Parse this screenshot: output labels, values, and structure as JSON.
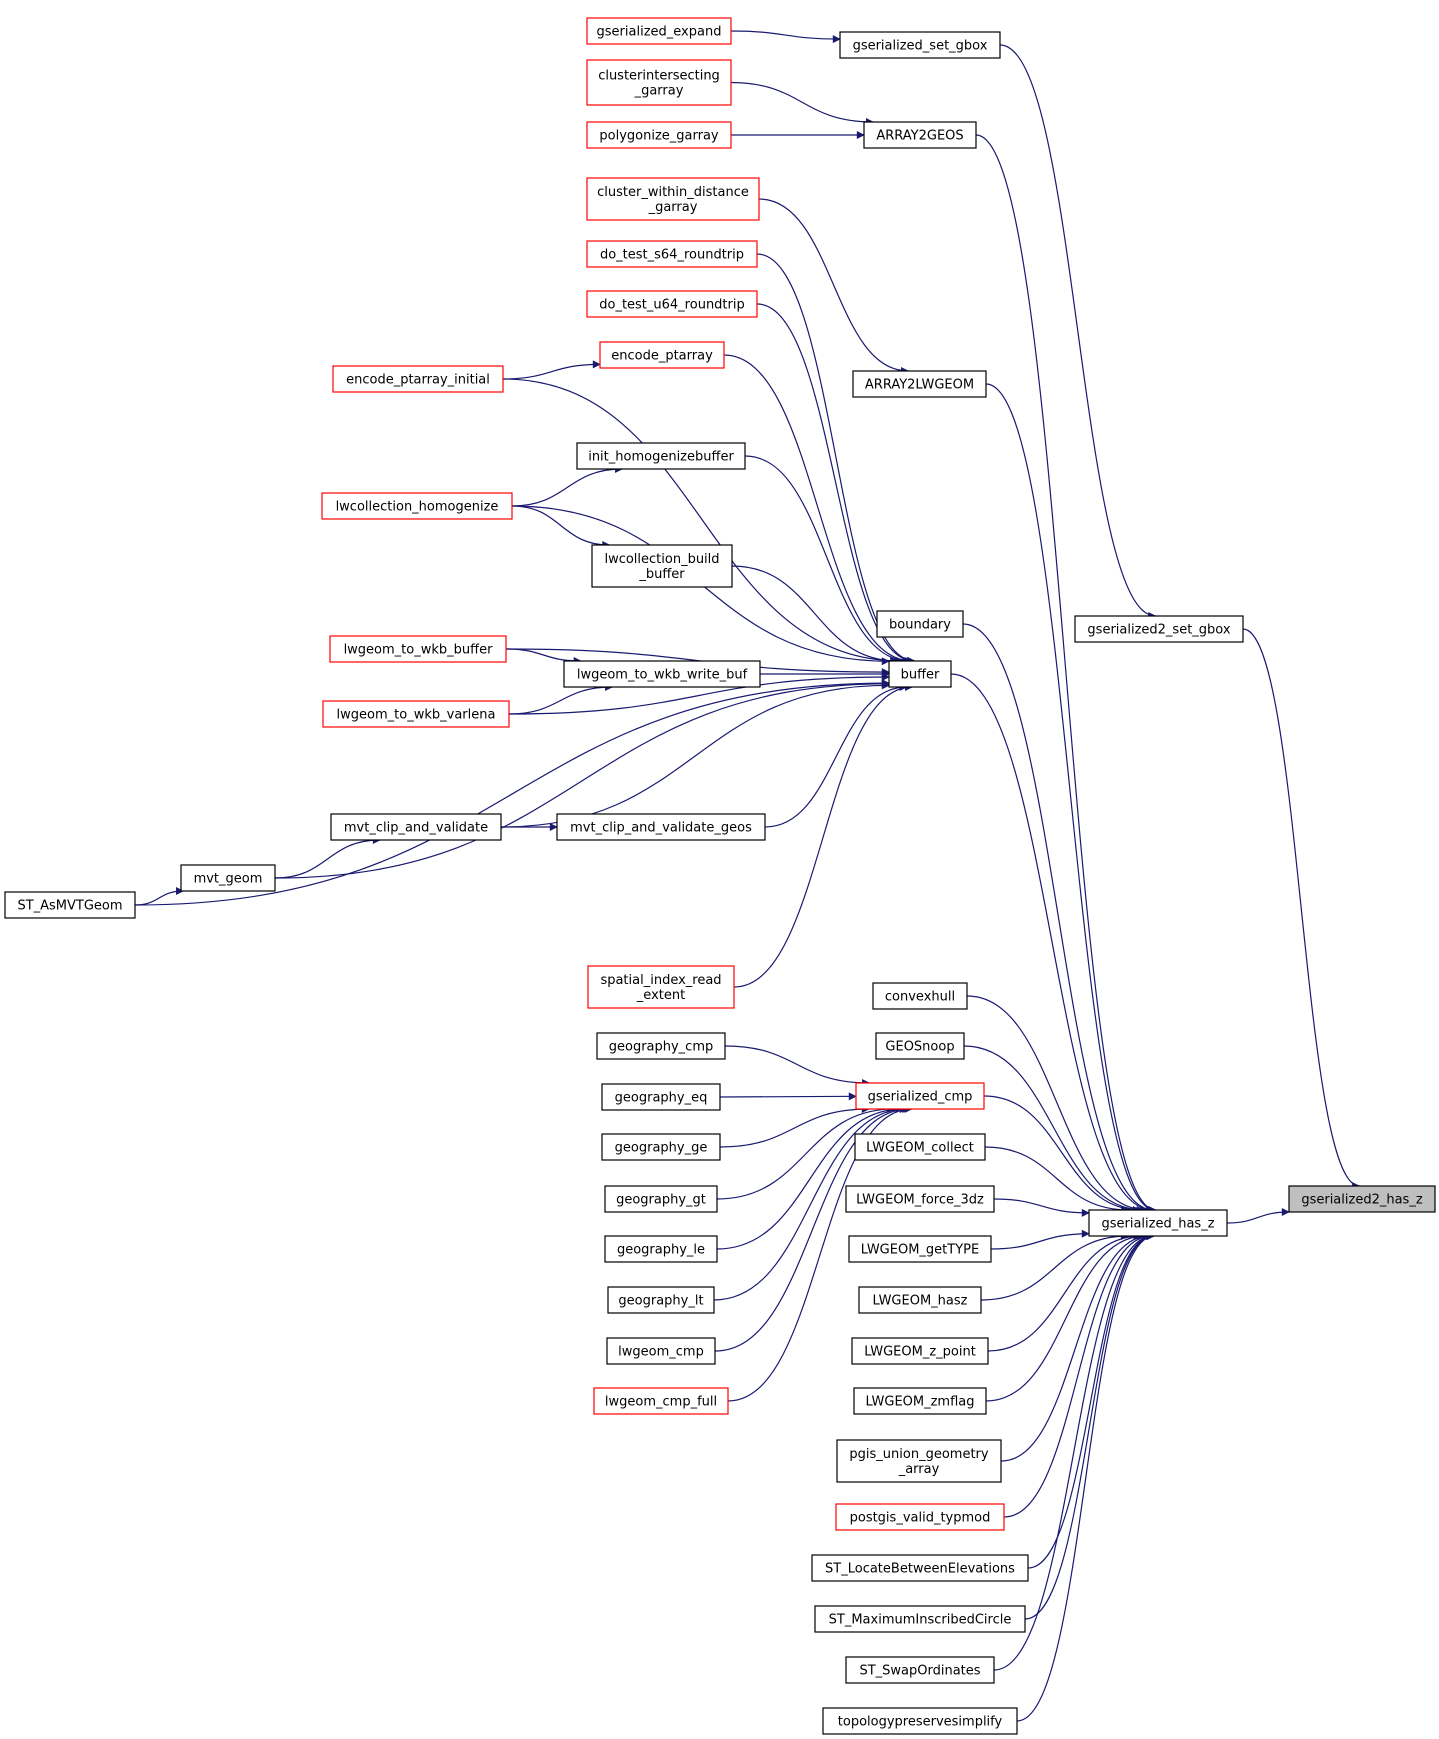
{
  "colors": {
    "edge": "#191970",
    "black_border": "#000000",
    "red_border": "#ff0000",
    "highlight_fill": "#bfbfbf",
    "node_fill": "#ffffff"
  },
  "nodes": [
    {
      "id": "n_gserialized_expand",
      "lines": [
        "gserialized_expand"
      ],
      "border": "red"
    },
    {
      "id": "n_gserialized_set_gbox",
      "lines": [
        "gserialized_set_gbox"
      ],
      "border": "black"
    },
    {
      "id": "n_clusterintersecting",
      "lines": [
        "clusterintersecting",
        "_garray"
      ],
      "border": "red"
    },
    {
      "id": "n_polygonize_garray",
      "lines": [
        "polygonize_garray"
      ],
      "border": "red"
    },
    {
      "id": "n_array2geos",
      "lines": [
        "ARRAY2GEOS"
      ],
      "border": "black"
    },
    {
      "id": "n_cluster_within",
      "lines": [
        "cluster_within_distance",
        "_garray"
      ],
      "border": "red"
    },
    {
      "id": "n_do_test_s64",
      "lines": [
        "do_test_s64_roundtrip"
      ],
      "border": "red"
    },
    {
      "id": "n_do_test_u64",
      "lines": [
        "do_test_u64_roundtrip"
      ],
      "border": "red"
    },
    {
      "id": "n_encode_ptarray",
      "lines": [
        "encode_ptarray"
      ],
      "border": "red"
    },
    {
      "id": "n_encode_ptarray_initial",
      "lines": [
        "encode_ptarray_initial"
      ],
      "border": "red"
    },
    {
      "id": "n_array2lwgeom",
      "lines": [
        "ARRAY2LWGEOM"
      ],
      "border": "black"
    },
    {
      "id": "n_init_homogenizebuffer",
      "lines": [
        "init_homogenizebuffer"
      ],
      "border": "black"
    },
    {
      "id": "n_lwcollection_homogenize",
      "lines": [
        "lwcollection_homogenize"
      ],
      "border": "red"
    },
    {
      "id": "n_lwcollection_build_buffer",
      "lines": [
        "lwcollection_build",
        "_buffer"
      ],
      "border": "black"
    },
    {
      "id": "n_boundary",
      "lines": [
        "boundary"
      ],
      "border": "black"
    },
    {
      "id": "n_gserialized2_set_gbox",
      "lines": [
        "gserialized2_set_gbox"
      ],
      "border": "black"
    },
    {
      "id": "n_lwgeom_to_wkb_buffer",
      "lines": [
        "lwgeom_to_wkb_buffer"
      ],
      "border": "red"
    },
    {
      "id": "n_lwgeom_to_wkb_write_buf",
      "lines": [
        "lwgeom_to_wkb_write_buf"
      ],
      "border": "black"
    },
    {
      "id": "n_buffer",
      "lines": [
        "buffer"
      ],
      "border": "black"
    },
    {
      "id": "n_lwgeom_to_wkb_varlena",
      "lines": [
        "lwgeom_to_wkb_varlena"
      ],
      "border": "red"
    },
    {
      "id": "n_mvt_clip_and_validate",
      "lines": [
        "mvt_clip_and_validate"
      ],
      "border": "black"
    },
    {
      "id": "n_mvt_clip_and_validate_geos",
      "lines": [
        "mvt_clip_and_validate_geos"
      ],
      "border": "black"
    },
    {
      "id": "n_mvt_geom",
      "lines": [
        "mvt_geom"
      ],
      "border": "black"
    },
    {
      "id": "n_st_asmvtgeom",
      "lines": [
        "ST_AsMVTGeom"
      ],
      "border": "black"
    },
    {
      "id": "n_spatial_index_read_extent",
      "lines": [
        "spatial_index_read",
        "_extent"
      ],
      "border": "red"
    },
    {
      "id": "n_convexhull",
      "lines": [
        "convexhull"
      ],
      "border": "black"
    },
    {
      "id": "n_geography_cmp",
      "lines": [
        "geography_cmp"
      ],
      "border": "black"
    },
    {
      "id": "n_geossnoop",
      "lines": [
        "GEOSnoop"
      ],
      "border": "black"
    },
    {
      "id": "n_gserialized_cmp",
      "lines": [
        "gserialized_cmp"
      ],
      "border": "red"
    },
    {
      "id": "n_geography_eq",
      "lines": [
        "geography_eq"
      ],
      "border": "black"
    },
    {
      "id": "n_geography_ge",
      "lines": [
        "geography_ge"
      ],
      "border": "black"
    },
    {
      "id": "n_lwgeom_collect",
      "lines": [
        "LWGEOM_collect"
      ],
      "border": "black"
    },
    {
      "id": "n_gserialized2_has_z",
      "lines": [
        "gserialized2_has_z"
      ],
      "border": "black",
      "highlight": true
    },
    {
      "id": "n_geography_gt",
      "lines": [
        "geography_gt"
      ],
      "border": "black"
    },
    {
      "id": "n_lwgeom_force_3dz",
      "lines": [
        "LWGEOM_force_3dz"
      ],
      "border": "black"
    },
    {
      "id": "n_gserialized_has_z",
      "lines": [
        "gserialized_has_z"
      ],
      "border": "black"
    },
    {
      "id": "n_geography_le",
      "lines": [
        "geography_le"
      ],
      "border": "black"
    },
    {
      "id": "n_lwgeom_gettype",
      "lines": [
        "LWGEOM_getTYPE"
      ],
      "border": "black"
    },
    {
      "id": "n_geography_lt",
      "lines": [
        "geography_lt"
      ],
      "border": "black"
    },
    {
      "id": "n_lwgeom_hasz",
      "lines": [
        "LWGEOM_hasz"
      ],
      "border": "black"
    },
    {
      "id": "n_lwgeom_cmp",
      "lines": [
        "lwgeom_cmp"
      ],
      "border": "black"
    },
    {
      "id": "n_lwgeom_z_point",
      "lines": [
        "LWGEOM_z_point"
      ],
      "border": "black"
    },
    {
      "id": "n_lwgeom_cmp_full",
      "lines": [
        "lwgeom_cmp_full"
      ],
      "border": "red"
    },
    {
      "id": "n_lwgeom_zmflag",
      "lines": [
        "LWGEOM_zmflag"
      ],
      "border": "black"
    },
    {
      "id": "n_pgis_union_geometry_array",
      "lines": [
        "pgis_union_geometry",
        "_array"
      ],
      "border": "black"
    },
    {
      "id": "n_postgis_valid_typmod",
      "lines": [
        "postgis_valid_typmod"
      ],
      "border": "red"
    },
    {
      "id": "n_st_locatebetweenelevations",
      "lines": [
        "ST_LocateBetweenElevations"
      ],
      "border": "black"
    },
    {
      "id": "n_st_maximuminscribedcircle",
      "lines": [
        "ST_MaximumInscribedCircle"
      ],
      "border": "black"
    },
    {
      "id": "n_st_swapordinates",
      "lines": [
        "ST_SwapOrdinates"
      ],
      "border": "black"
    },
    {
      "id": "n_topologypreservesimplify",
      "lines": [
        "topologypreservesimplify"
      ],
      "border": "black"
    }
  ],
  "edges": [
    [
      "n_gserialized_expand",
      "n_gserialized_set_gbox"
    ],
    [
      "n_gserialized_set_gbox",
      "n_gserialized2_set_gbox"
    ],
    [
      "n_clusterintersecting",
      "n_array2geos"
    ],
    [
      "n_polygonize_garray",
      "n_array2geos"
    ],
    [
      "n_array2geos",
      "n_gserialized_has_z"
    ],
    [
      "n_cluster_within",
      "n_array2lwgeom"
    ],
    [
      "n_array2lwgeom",
      "n_gserialized_has_z"
    ],
    [
      "n_do_test_s64",
      "n_buffer"
    ],
    [
      "n_do_test_u64",
      "n_buffer"
    ],
    [
      "n_encode_ptarray",
      "n_buffer"
    ],
    [
      "n_encode_ptarray_initial",
      "n_encode_ptarray"
    ],
    [
      "n_encode_ptarray_initial",
      "n_buffer"
    ],
    [
      "n_init_homogenizebuffer",
      "n_buffer"
    ],
    [
      "n_lwcollection_homogenize",
      "n_init_homogenizebuffer"
    ],
    [
      "n_lwcollection_homogenize",
      "n_lwcollection_build_buffer"
    ],
    [
      "n_lwcollection_homogenize",
      "n_buffer"
    ],
    [
      "n_lwcollection_build_buffer",
      "n_buffer"
    ],
    [
      "n_boundary",
      "n_gserialized_has_z"
    ],
    [
      "n_gserialized2_set_gbox",
      "n_gserialized2_has_z"
    ],
    [
      "n_lwgeom_to_wkb_buffer",
      "n_lwgeom_to_wkb_write_buf"
    ],
    [
      "n_lwgeom_to_wkb_buffer",
      "n_buffer"
    ],
    [
      "n_lwgeom_to_wkb_write_buf",
      "n_buffer"
    ],
    [
      "n_lwgeom_to_wkb_varlena",
      "n_lwgeom_to_wkb_write_buf"
    ],
    [
      "n_lwgeom_to_wkb_varlena",
      "n_buffer"
    ],
    [
      "n_buffer",
      "n_gserialized_has_z"
    ],
    [
      "n_mvt_clip_and_validate",
      "n_mvt_clip_and_validate_geos"
    ],
    [
      "n_mvt_clip_and_validate",
      "n_buffer"
    ],
    [
      "n_mvt_clip_and_validate_geos",
      "n_buffer"
    ],
    [
      "n_mvt_geom",
      "n_mvt_clip_and_validate"
    ],
    [
      "n_mvt_geom",
      "n_buffer"
    ],
    [
      "n_st_asmvtgeom",
      "n_mvt_geom"
    ],
    [
      "n_st_asmvtgeom",
      "n_buffer"
    ],
    [
      "n_spatial_index_read_extent",
      "n_buffer"
    ],
    [
      "n_convexhull",
      "n_gserialized_has_z"
    ],
    [
      "n_geossnoop",
      "n_gserialized_has_z"
    ],
    [
      "n_geography_cmp",
      "n_gserialized_cmp"
    ],
    [
      "n_geography_eq",
      "n_gserialized_cmp"
    ],
    [
      "n_geography_ge",
      "n_gserialized_cmp"
    ],
    [
      "n_geography_gt",
      "n_gserialized_cmp"
    ],
    [
      "n_geography_le",
      "n_gserialized_cmp"
    ],
    [
      "n_geography_lt",
      "n_gserialized_cmp"
    ],
    [
      "n_lwgeom_cmp",
      "n_gserialized_cmp"
    ],
    [
      "n_lwgeom_cmp_full",
      "n_gserialized_cmp"
    ],
    [
      "n_gserialized_cmp",
      "n_gserialized_has_z"
    ],
    [
      "n_lwgeom_collect",
      "n_gserialized_has_z"
    ],
    [
      "n_lwgeom_force_3dz",
      "n_gserialized_has_z"
    ],
    [
      "n_lwgeom_gettype",
      "n_gserialized_has_z"
    ],
    [
      "n_lwgeom_hasz",
      "n_gserialized_has_z"
    ],
    [
      "n_lwgeom_z_point",
      "n_gserialized_has_z"
    ],
    [
      "n_lwgeom_zmflag",
      "n_gserialized_has_z"
    ],
    [
      "n_pgis_union_geometry_array",
      "n_gserialized_has_z"
    ],
    [
      "n_postgis_valid_typmod",
      "n_gserialized_has_z"
    ],
    [
      "n_st_locatebetweenelevations",
      "n_gserialized_has_z"
    ],
    [
      "n_st_maximuminscribedcircle",
      "n_gserialized_has_z"
    ],
    [
      "n_st_swapordinates",
      "n_gserialized_has_z"
    ],
    [
      "n_topologypreservesimplify",
      "n_gserialized_has_z"
    ],
    [
      "n_gserialized_has_z",
      "n_gserialized2_has_z"
    ]
  ]
}
